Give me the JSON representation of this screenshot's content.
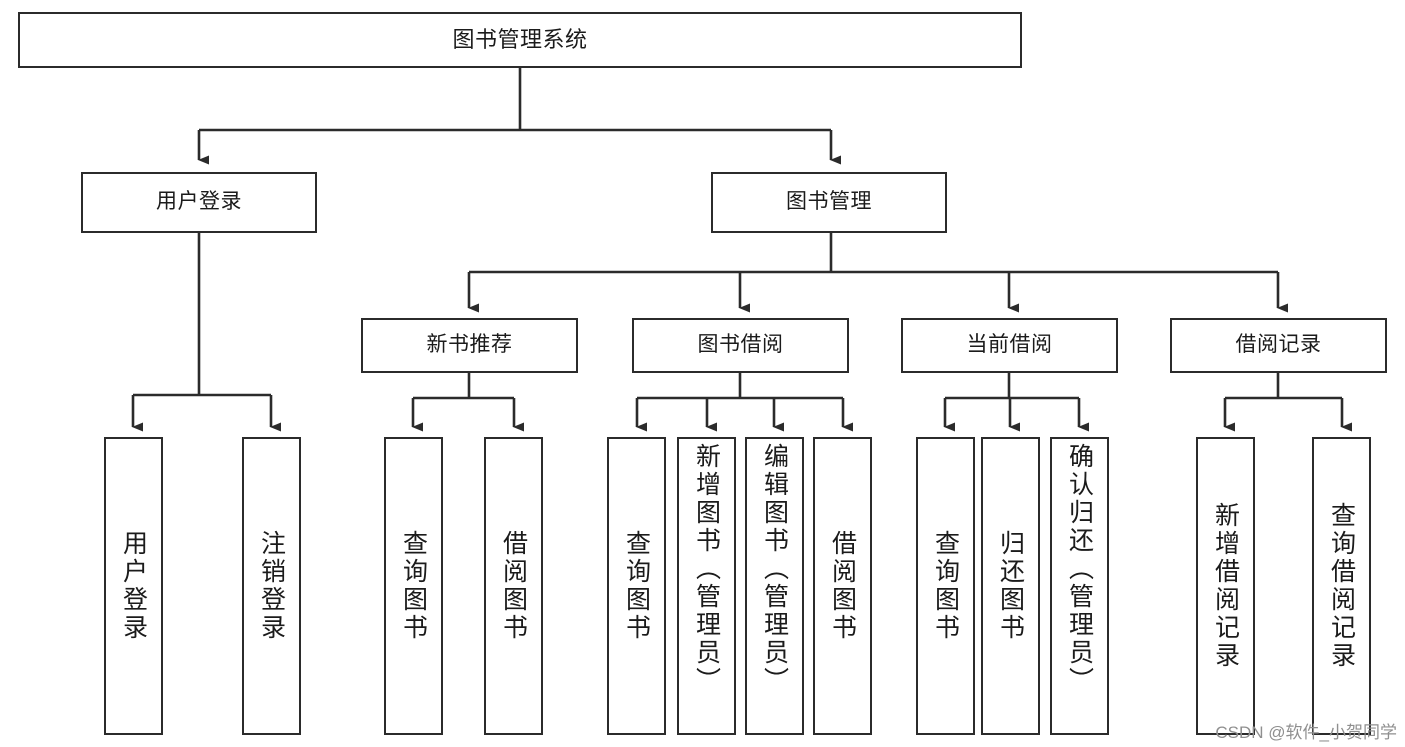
{
  "diagram": {
    "type": "tree",
    "title": "图书管理系统",
    "watermark": "CSDN @软件_小贺同学",
    "colors": {
      "stroke": "#2b2b2b",
      "fill": "#ffffff",
      "text": "#1b1b1b",
      "watermark": "#8f8f8f"
    },
    "nodes": {
      "root": {
        "label": "图书管理系统"
      },
      "level2": [
        {
          "label": "用户登录"
        },
        {
          "label": "图书管理"
        }
      ],
      "level3": [
        {
          "label": "新书推荐"
        },
        {
          "label": "图书借阅"
        },
        {
          "label": "当前借阅"
        },
        {
          "label": "借阅记录"
        }
      ],
      "leaves": {
        "user_login": [
          {
            "label": "用户登录"
          },
          {
            "label": "注销登录"
          }
        ],
        "new_book_recommend": [
          {
            "label": "查询图书"
          },
          {
            "label": "借阅图书"
          }
        ],
        "book_borrow": [
          {
            "label": "查询图书"
          },
          {
            "label": "新增图书（管理员）"
          },
          {
            "label": "编辑图书（管理员）"
          },
          {
            "label": "借阅图书"
          }
        ],
        "current_borrow": [
          {
            "label": "查询图书"
          },
          {
            "label": "归还图书"
          },
          {
            "label": "确认归还（管理员）"
          }
        ],
        "borrow_record": [
          {
            "label": "新增借阅记录"
          },
          {
            "label": "查询借阅记录"
          }
        ]
      }
    }
  }
}
